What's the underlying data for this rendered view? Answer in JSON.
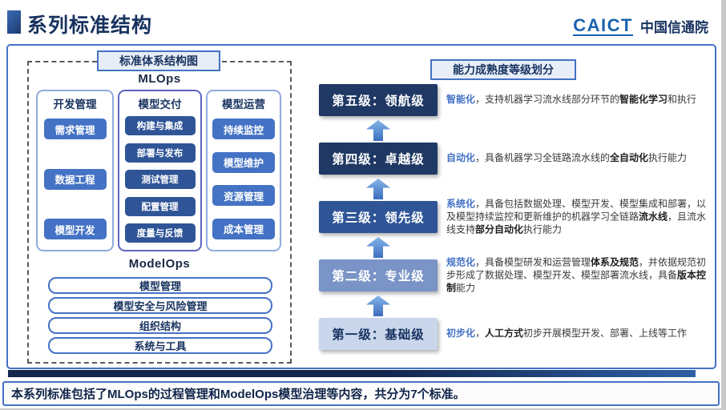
{
  "colors": {
    "navy": "#1F3864",
    "blue": "#4472C4",
    "mid_blue": "#2F5597",
    "level2_blue": "#7A94C7",
    "level1_light": "#C9D6EB"
  },
  "header": {
    "title": "系列标准结构",
    "logo_caict": "CAICT",
    "logo_cn": "中国信通院"
  },
  "left_panel": {
    "label": "标准体系结构图",
    "mlops_heading": "MLOps",
    "columns": [
      {
        "header": "开发管理",
        "items": [
          "需求管理",
          "数据工程",
          "模型开发"
        ]
      },
      {
        "header": "模型交付",
        "items": [
          "构建与集成",
          "部署与发布",
          "测试管理",
          "配置管理",
          "度量与反馈"
        ]
      },
      {
        "header": "模型运营",
        "items": [
          "持续监控",
          "模型维护",
          "资源管理",
          "成本管理"
        ]
      }
    ],
    "modelops_heading": "ModelOps",
    "modelops_items": [
      "模型管理",
      "模型安全与风险管理",
      "组织结构",
      "系统与工具"
    ]
  },
  "right_panel": {
    "label": "能力成熟度等级划分",
    "levels": [
      {
        "name": "第五级：领航级",
        "box_color": "#1F3864",
        "text_color": "#FFFFFF",
        "segments": [
          {
            "t": "智能化",
            "s": "kw"
          },
          {
            "t": "，支持机器学习流水线部分环节的",
            "s": "n"
          },
          {
            "t": "智能化学习",
            "s": "b"
          },
          {
            "t": "和执行",
            "s": "n"
          }
        ]
      },
      {
        "name": "第四级：卓越级",
        "box_color": "#1F3864",
        "text_color": "#FFFFFF",
        "segments": [
          {
            "t": "自动化",
            "s": "kw"
          },
          {
            "t": "，具备机器学习全链路流水线的",
            "s": "n"
          },
          {
            "t": "全自动化",
            "s": "b"
          },
          {
            "t": "执行能力",
            "s": "n"
          }
        ]
      },
      {
        "name": "第三级：领先级",
        "box_color": "#2F5597",
        "text_color": "#FFFFFF",
        "segments": [
          {
            "t": "系统化",
            "s": "kw"
          },
          {
            "t": "，具备包括数据处理、模型开发、模型集成和部署，以及模型持续监控和更新维护的机器学习全链路",
            "s": "n"
          },
          {
            "t": "流水线",
            "s": "b"
          },
          {
            "t": "，且流水线支持",
            "s": "n"
          },
          {
            "t": "部分自动化",
            "s": "b"
          },
          {
            "t": "执行能力",
            "s": "n"
          }
        ]
      },
      {
        "name": "第二级：专业级",
        "box_color": "#7A94C7",
        "text_color": "#FFFFFF",
        "segments": [
          {
            "t": "规范化",
            "s": "kw"
          },
          {
            "t": "，具备模型研发和运营管理",
            "s": "n"
          },
          {
            "t": "体系及规范",
            "s": "b"
          },
          {
            "t": "，并依据规范初步形成了数据处理、模型开发、模型部署流水线，具备",
            "s": "n"
          },
          {
            "t": "版本控制",
            "s": "b"
          },
          {
            "t": "能力",
            "s": "n"
          }
        ]
      },
      {
        "name": "第一级：基础级",
        "box_color": "#C9D6EB",
        "text_color": "#17325F",
        "segments": [
          {
            "t": "初步化",
            "s": "kw"
          },
          {
            "t": "，",
            "s": "n"
          },
          {
            "t": "人工方式",
            "s": "b"
          },
          {
            "t": "初步开展模型开发、部署、上线等工作",
            "s": "n"
          }
        ]
      }
    ]
  },
  "footer": {
    "text": "本系列标准包括了MLOps的过程管理和ModelOps模型治理等内容，共分为7个标准。"
  }
}
